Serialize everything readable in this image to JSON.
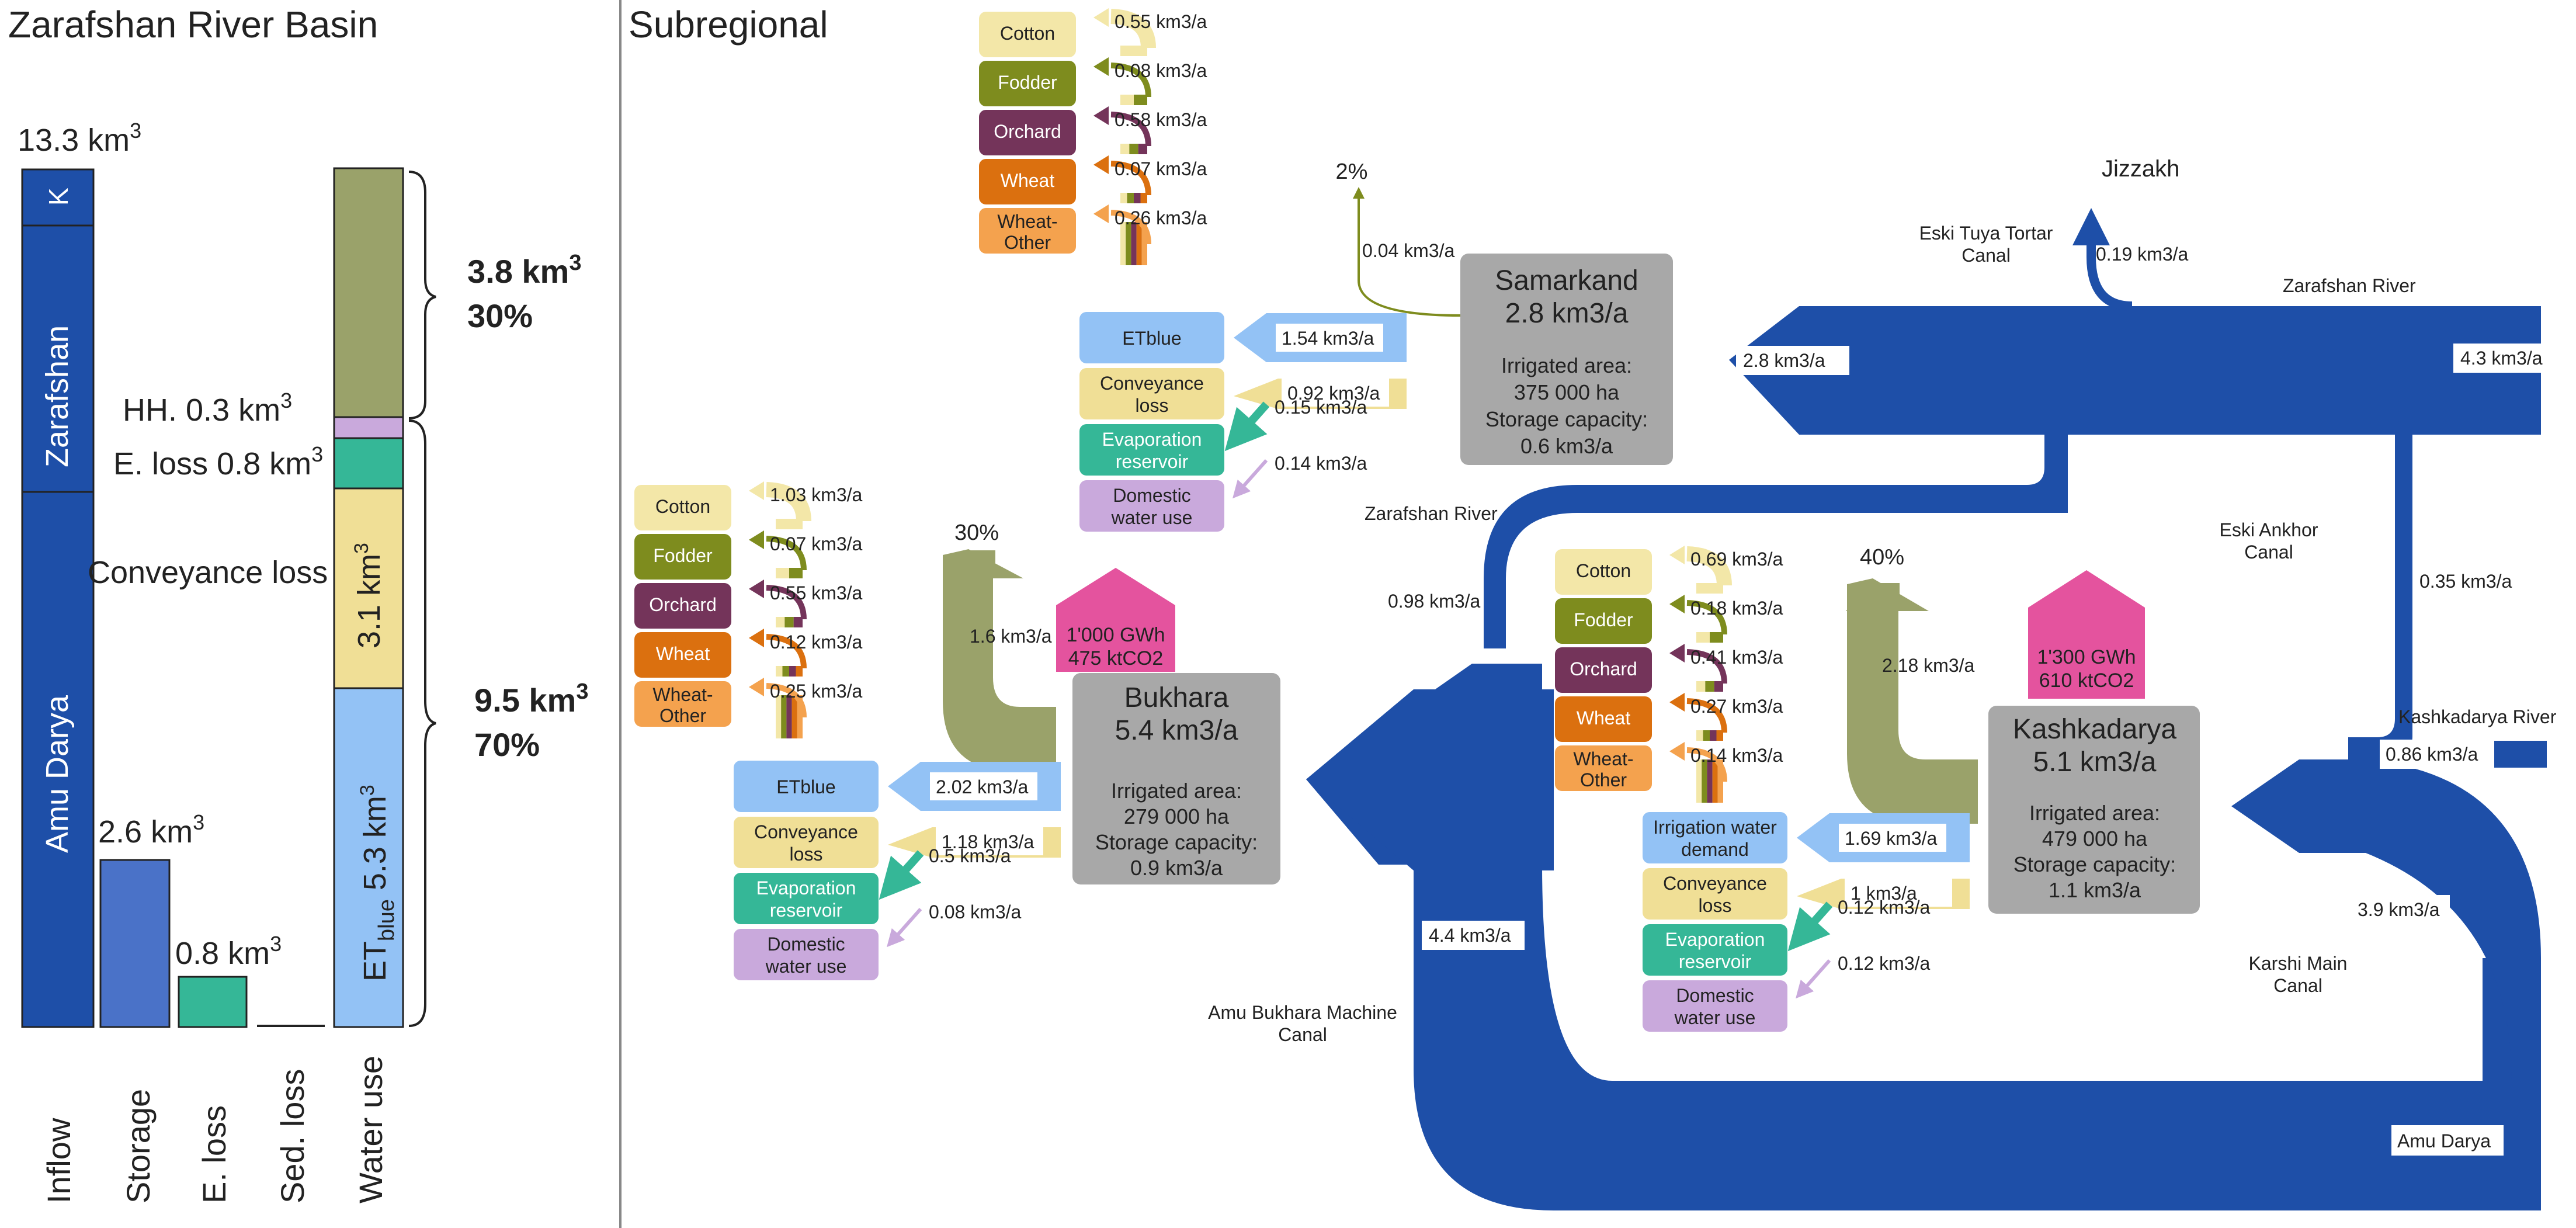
{
  "colors": {
    "blue": "#1E4FA8",
    "blue_light": "#93C2F5",
    "olive": "#9AA26A",
    "lavender": "#C9A9DC",
    "teal": "#35B797",
    "yellow": "#F0DF96",
    "bar_storage": "#4A72C8",
    "gray": "#A8A8A8",
    "pink": "#E4539E",
    "cotton": "#F3E7A8",
    "fodder": "#7E8C1E",
    "orchard": "#74345A",
    "wheat": "#DB700F",
    "wheat_other": "#F4A24E"
  },
  "left_panel": {
    "title": "Zarafshan River Basin",
    "inflow_total_prefix": "13.3 km",
    "sup": "3",
    "inflow_k": "K",
    "inflow_zarafshan": "Zarafshan",
    "inflow_amu": "Amu Darya",
    "storage_prefix": "2.6 km",
    "eloss_prefix": "0.8 km",
    "hh_prefix": "HH. 0.3 km",
    "eloss_label_prefix": "E. loss 0.8 km",
    "conveyance_label": "Conveyance loss",
    "conv_value_prefix": "3.1 km",
    "et_main": "ET",
    "et_sub": "blue",
    "et_value_prefix": " 5.3 km",
    "brace_top_value_prefix": "3.8 km",
    "brace_top_pct": "30%",
    "brace_bottom_value_prefix": "9.5 km",
    "brace_bottom_pct": "70%",
    "x_labels": [
      "Inflow",
      "Storage",
      "E. loss",
      "Sed. loss",
      "Water use"
    ]
  },
  "right_panel": {
    "title": "Subregional",
    "crop_labels": [
      "Cotton",
      "Fodder",
      "Orchard",
      "Wheat",
      "Wheat-\nOther"
    ],
    "use_labels": [
      "ETblue",
      "Conveyance\nloss",
      "Evaporation\nreservoir",
      "Domestic\nwater use"
    ],
    "use_labels_kashka": [
      "Irrigation water\ndemand",
      "Conveyance\nloss",
      "Evaporation\nreservoir",
      "Domestic\nwater use"
    ],
    "samarkand": {
      "name": "Samarkand",
      "volume": "2.8 km3/a",
      "area_label": "Irrigated area:",
      "area": "375 000 ha",
      "storage_label": "Storage capacity:",
      "storage": "0.6 km3/a",
      "crops": [
        "0.55 km3/a",
        "0.08 km3/a",
        "0.58 km3/a",
        "0.07 km3/a",
        "0.26 km3/a"
      ],
      "uses": [
        "1.54 km3/a",
        "0.92 km3/a",
        "0.15 km3/a",
        "0.14 km3/a"
      ],
      "return_pct": "2%",
      "return_flow": "0.04 km3/a",
      "inflow": "2.8 km3/a"
    },
    "bukhara": {
      "name": "Bukhara",
      "volume": "5.4 km3/a",
      "area_label": "Irrigated area:",
      "area": "279 000 ha",
      "storage_label": "Storage capacity:",
      "storage": "0.9 km3/a",
      "crops": [
        "1.03 km3/a",
        "0.07 km3/a",
        "0.55 km3/a",
        "0.12 km3/a",
        "0.25 km3/a"
      ],
      "uses": [
        "2.02 km3/a",
        "1.18 km3/a",
        "0.5 km3/a",
        "0.08 km3/a"
      ],
      "return_pct": "30%",
      "return_flow": "1.6 km3/a",
      "energy": [
        "1'000 GWh",
        "475 ktCO2"
      ]
    },
    "kashkadarya": {
      "name": "Kashkadarya",
      "volume": "5.1 km3/a",
      "area_label": "Irrigated area:",
      "area": "479 000 ha",
      "storage_label": "Storage capacity:",
      "storage": "1.1 km3/a",
      "crops": [
        "0.69 km3/a",
        "0.18 km3/a",
        "0.41 km3/a",
        "0.27 km3/a",
        "0.14 km3/a"
      ],
      "uses": [
        "1.69 km3/a",
        "1 km3/a",
        "0.12 km3/a",
        "0.12 km3/a"
      ],
      "return_pct": "40%",
      "return_flow": "2.18 km3/a",
      "energy": [
        "1'300 GWh",
        "610 ktCO2"
      ]
    },
    "flows": {
      "jizzakh": "Jizzakh",
      "eski_tuya": "Eski Tuya Tortar\nCanal",
      "eski_tuya_flow": "0.19 km3/a",
      "zarafshan_river": "Zarafshan River",
      "zarafshan_inflow": "4.3 km3/a",
      "zarafshan_river_2": "Zarafshan River",
      "zarafshan_bukhara": "0.98 km3/a",
      "eski_ankhor": "Eski Ankhor\nCanal",
      "eski_ankhor_flow": "0.35 km3/a",
      "kashkadarya_river": "Kashkadarya River",
      "kashkadarya_flow": "0.86 km3/a",
      "karshi": "Karshi Main\nCanal",
      "karshi_flow": "3.9 km3/a",
      "amu_bukhara": "Amu Bukhara Machine\nCanal",
      "amu_bukhara_flow": "4.4 km3/a",
      "amu_darya": "Amu Darya"
    }
  }
}
